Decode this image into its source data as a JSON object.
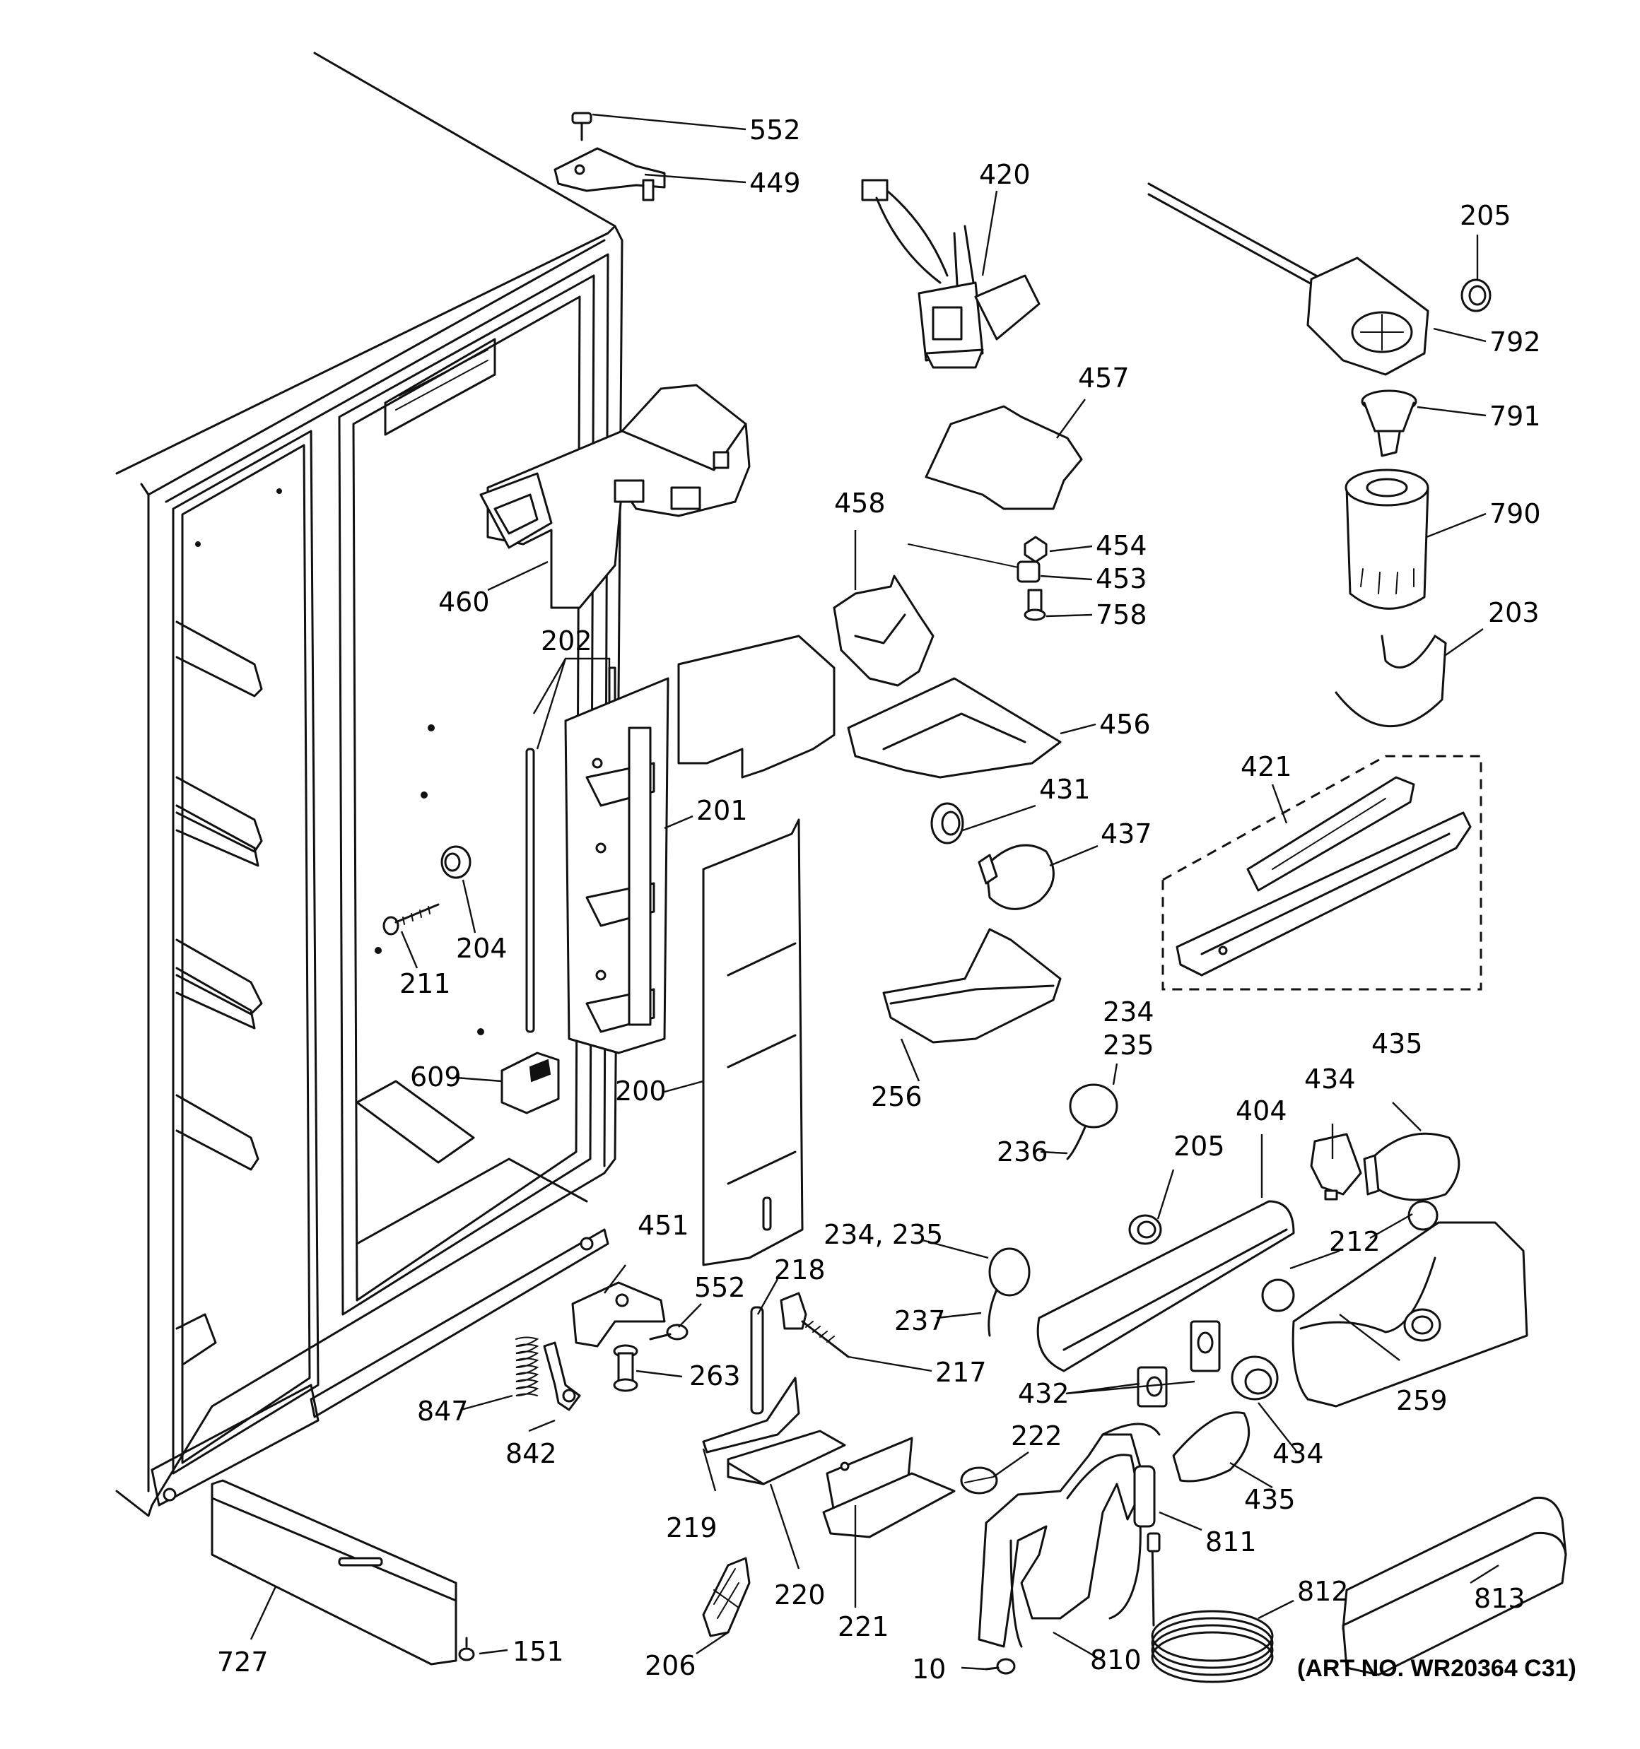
{
  "diagram": {
    "art_number": "(ART NO. WR20364 C31)",
    "labels": {
      "p552a": "552",
      "p449": "449",
      "p420": "420",
      "p205a": "205",
      "p792": "792",
      "p791": "791",
      "p790": "790",
      "p457": "457",
      "p458": "458",
      "p454": "454",
      "p453": "453",
      "p758": "758",
      "p460": "460",
      "p202": "202",
      "p203": "203",
      "p456": "456",
      "p421": "421",
      "p201": "201",
      "p431": "431",
      "p437": "437",
      "p204": "204",
      "p211": "211",
      "p234a": "234",
      "p235a": "235",
      "p435a": "435",
      "p609": "609",
      "p200": "200",
      "p256": "256",
      "p434a": "434",
      "p404": "404",
      "p205b": "205",
      "p236": "236",
      "p451": "451",
      "p234b": "234, 235",
      "p212": "212",
      "p218": "218",
      "p552b": "552",
      "p237": "237",
      "p217": "217",
      "p263": "263",
      "p432": "432",
      "p259": "259",
      "p847": "847",
      "p842": "842",
      "p434b": "434",
      "p222": "222",
      "p435b": "435",
      "p219": "219",
      "p811": "811",
      "p220": "220",
      "p812": "812",
      "p813": "813",
      "p206": "206",
      "p221": "221",
      "p727": "727",
      "p151": "151",
      "p10": "10",
      "p810": "810"
    }
  }
}
